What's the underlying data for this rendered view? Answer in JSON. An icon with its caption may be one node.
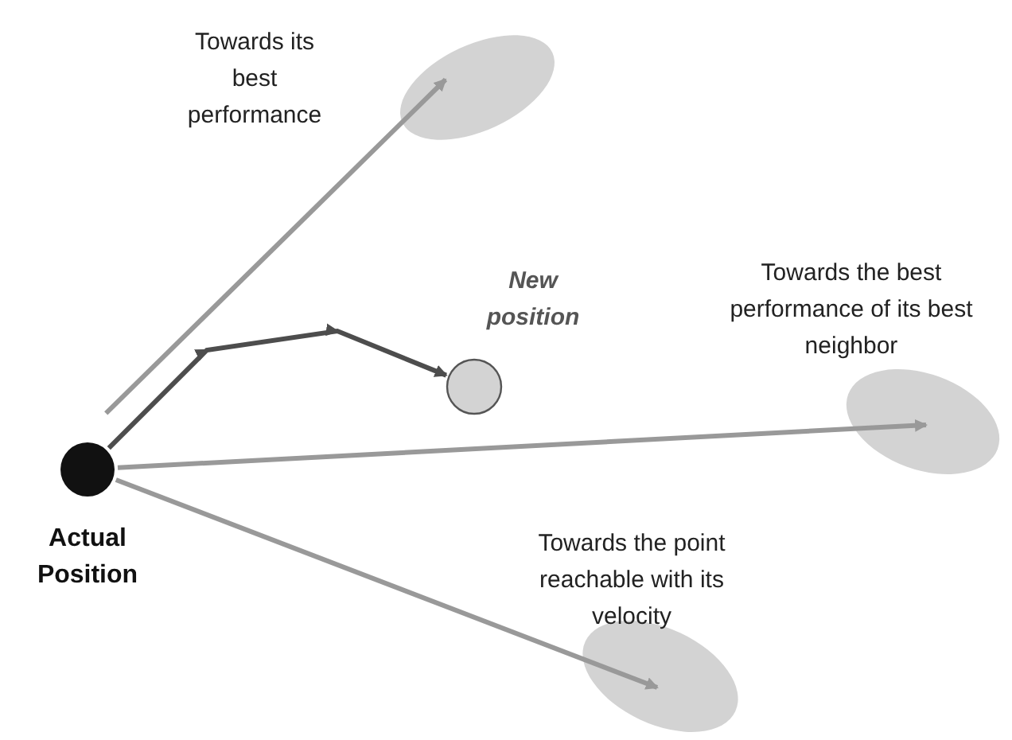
{
  "diagram": {
    "nodes": [
      {
        "text": [
          "Actual Position"
        ]
      },
      {
        "text": [
          "Towards its best performance"
        ]
      },
      {
        "text": [
          "Towards the best performance of its best neighbor"
        ]
      },
      {
        "text": [
          "Towards the point reachable with its velocity"
        ]
      },
      {
        "text": [
          "New position"
        ]
      }
    ],
    "edges": [
      {
        "from": 0,
        "to": 1,
        "arrow": "to"
      },
      {
        "from": 0,
        "to": 2,
        "arrow": "to"
      },
      {
        "from": 0,
        "to": 3,
        "arrow": "to"
      },
      {
        "from": 0,
        "to": 4,
        "arrow": "to",
        "color": "#4d4d4d"
      }
    ]
  }
}
